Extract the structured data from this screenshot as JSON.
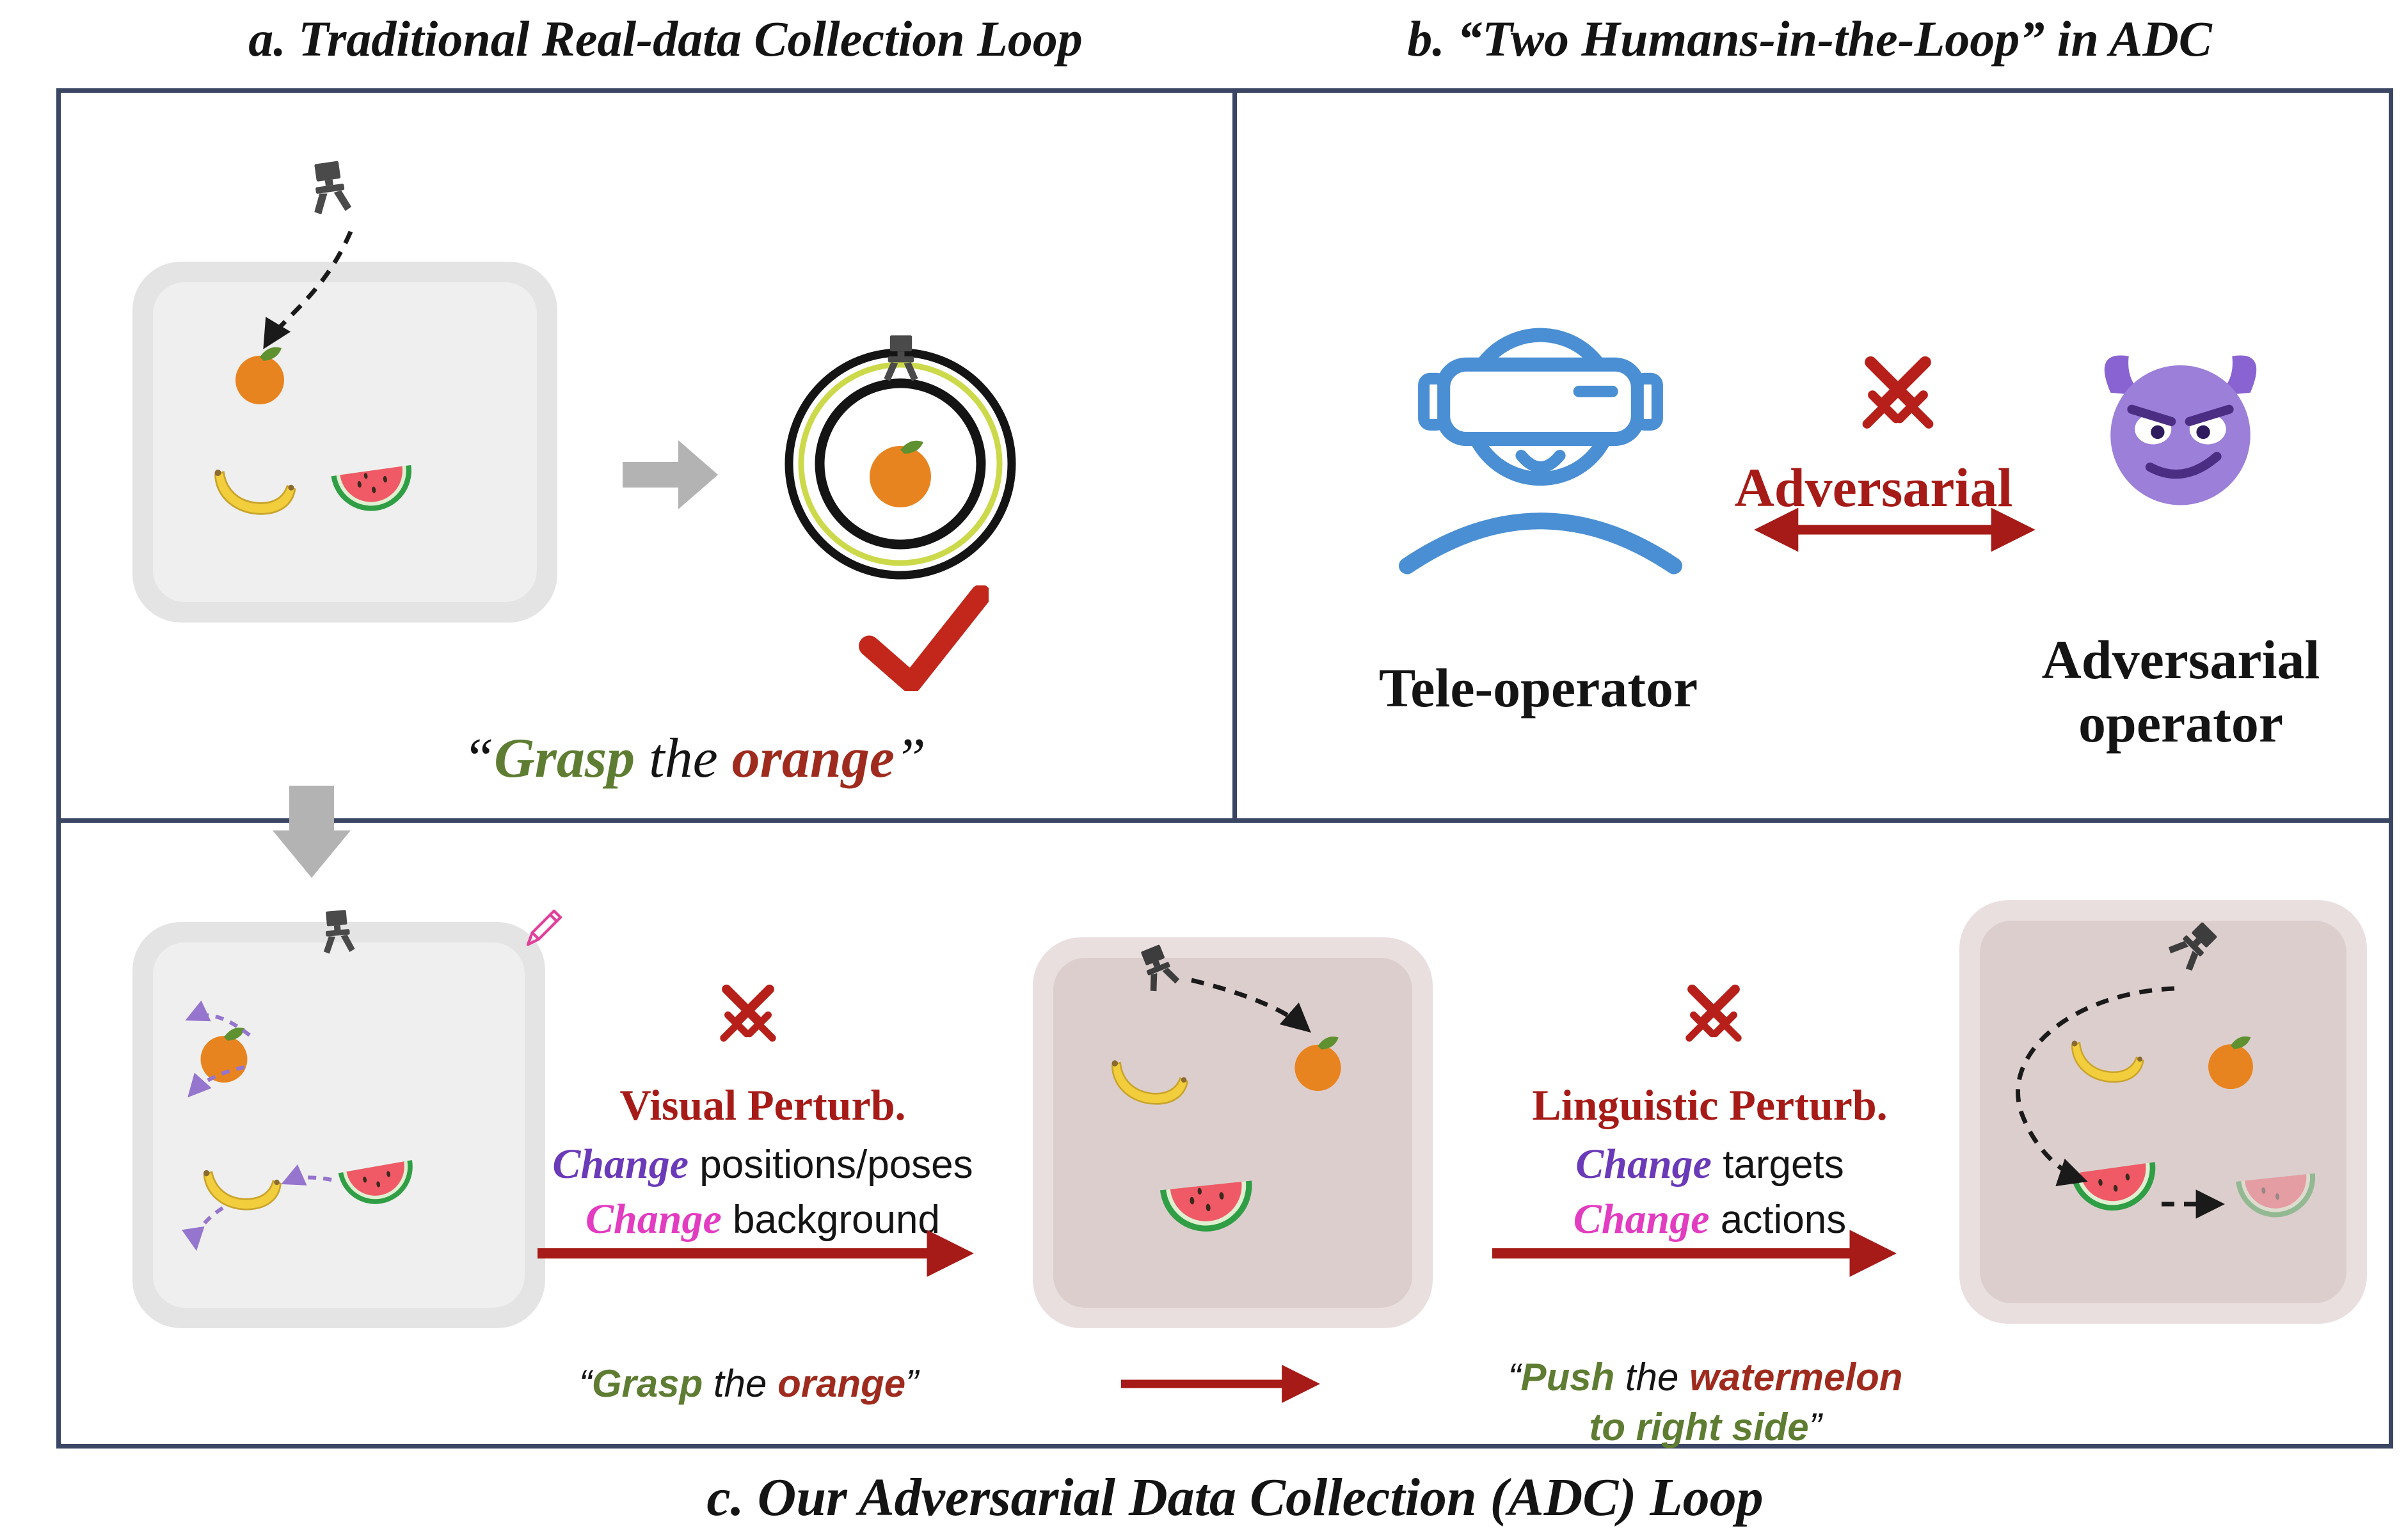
{
  "figure": {
    "titles": {
      "a": "a. Traditional Real-data Collection Loop",
      "b": "b. “Two Humans-in-the-Loop” in ADC",
      "c": "c. Our Adversarial Data Collection (ADC) Loop"
    },
    "panel_a": {
      "caption": {
        "open": "“",
        "verb": "Grasp",
        "middle": " the ",
        "object": "orange",
        "close": "”"
      }
    },
    "panel_b": {
      "tele_operator_label": "Tele-operator",
      "adversarial_label": "Adversarial",
      "adversarial_operator_line1": "Adversarial",
      "adversarial_operator_line2": "operator"
    },
    "panel_c": {
      "visual": {
        "heading": "Visual Perturb.",
        "change1": "Change",
        "rest1": " positions/poses",
        "change2": "Change",
        "rest2": " background"
      },
      "linguistic": {
        "heading": "Linguistic Perturb.",
        "change1": "Change",
        "rest1": " targets",
        "change2": "Change",
        "rest2": " actions"
      },
      "caption_grasp": {
        "open": "“",
        "verb": "Grasp",
        "middle": " the ",
        "object": "orange",
        "close": "”"
      },
      "caption_push": {
        "open": "“",
        "verb": "Push",
        "middle": " the ",
        "object": "watermelon",
        "line2": "to right side",
        "close": "”"
      }
    },
    "colors": {
      "frame_border": "#3a4663",
      "dark_red": "#a61b17",
      "verb_green": "#5e7d32",
      "object_red": "#9e2b1e",
      "change_purple": "#6a3ab8",
      "change_magenta": "#e23cc0",
      "operator_blue": "#4a8fd4",
      "devil_purple": "#9b7fd9",
      "tray_gray": "#e4e4e4",
      "tray_pink": "#eadfdf"
    },
    "icons": {
      "gripper": "robot-gripper-claw",
      "crossed_swords": "adversarial-crossed-swords",
      "vr_person": "tele-operator-vr-headset",
      "devil": "adversarial-devil-face",
      "pencil": "edit-pencil",
      "checkmark": "success-check",
      "orange": "orange-fruit",
      "banana": "banana-fruit",
      "watermelon": "watermelon-slice",
      "target": "grasp-target-circles"
    }
  }
}
